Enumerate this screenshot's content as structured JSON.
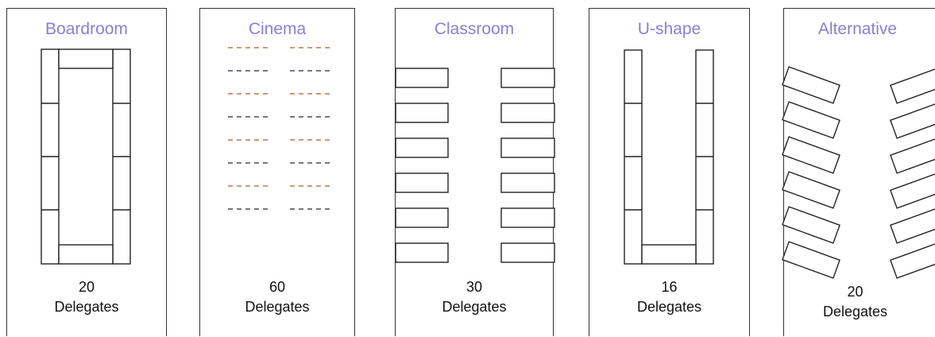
{
  "layouts": [
    {
      "title": "Boardroom",
      "number": "20",
      "unit": "Delegates"
    },
    {
      "title": "Cinema",
      "number": "60",
      "unit": "Delegates"
    },
    {
      "title": "Classroom",
      "number": "30",
      "unit": "Delegates"
    },
    {
      "title": "U-shape",
      "number": "16",
      "unit": "Delegates"
    },
    {
      "title": "Alternative",
      "number": "20",
      "unit": "Delegates"
    }
  ],
  "colors": {
    "title": "#8a7fd2",
    "line": "#222222",
    "dash_a": "#b07a55",
    "dash_b": "#4a4a5a"
  }
}
